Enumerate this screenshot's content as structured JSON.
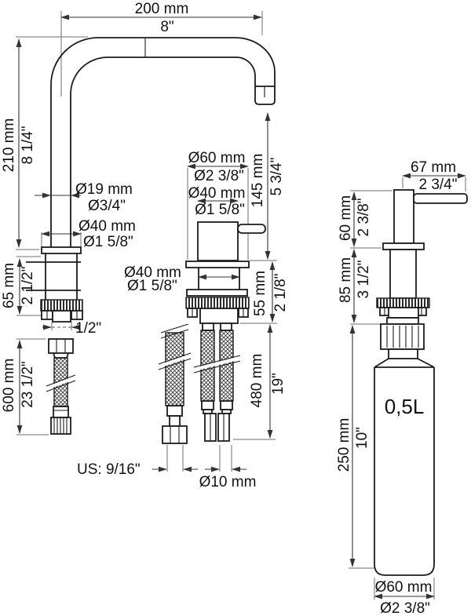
{
  "drawing_title": "faucet-and-soap-dispenser-dimension-drawing",
  "faucet_spout": {
    "reach": {
      "mm": "200 mm",
      "in": "8\""
    },
    "height": {
      "mm": "210 mm",
      "in": "8 1/4\""
    },
    "tube_diameter": {
      "mm": "Ø19 mm",
      "in": "Ø3/4\""
    },
    "base_diameter": {
      "mm": "Ø40 mm",
      "in": "Ø1 5/8\""
    },
    "mounting_depth": {
      "mm": "65 mm",
      "in": "2 1/2\""
    },
    "shank_size": {
      "in": "1/2\""
    },
    "hose_length": {
      "mm": "600 mm",
      "in": "23 1/2\""
    }
  },
  "mixer_valve": {
    "base_diameter": {
      "mm": "Ø60 mm",
      "in": "Ø2 3/8\""
    },
    "body_diameter": {
      "mm": "Ø40 mm",
      "in": "Ø1 5/8\""
    },
    "spout_clearance_height": {
      "mm": "145 mm",
      "in": "5 3/4\""
    },
    "shank_diameter": {
      "mm": "Ø40 mm",
      "in": "Ø1 5/8\""
    },
    "mounting_depth": {
      "mm": "55 mm",
      "in": "2 1/8\""
    },
    "hose_length": {
      "mm": "480 mm",
      "in": "19\""
    },
    "us_connection": "US: 9/16\"",
    "hose_diameter": {
      "mm": "Ø10 mm"
    }
  },
  "soap_dispenser": {
    "spout_reach": {
      "mm": "67 mm",
      "in": "2 3/4\""
    },
    "pump_height": {
      "mm": "60 mm",
      "in": "2 3/8\""
    },
    "mounting_depth": {
      "mm": "85 mm",
      "in": "3 1/2\""
    },
    "bottle_height": {
      "mm": "250 mm",
      "in": "10\""
    },
    "bottle_capacity": "0,5L",
    "bottle_diameter": {
      "mm": "Ø60 mm",
      "in": "Ø2 3/8\""
    }
  }
}
